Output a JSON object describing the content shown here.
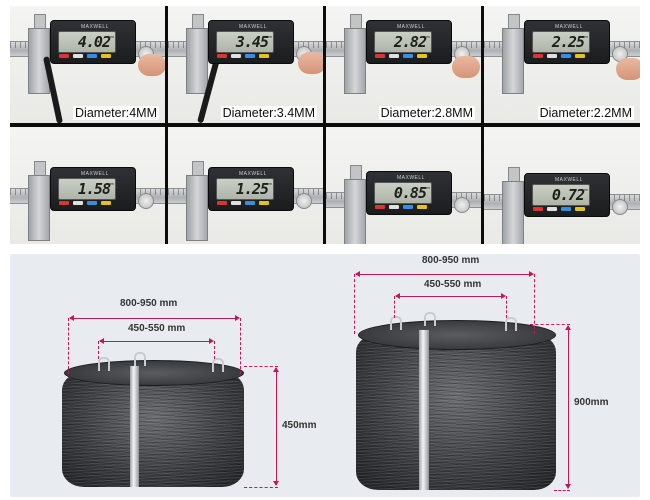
{
  "caliper_measurements": [
    {
      "reading": "4.02",
      "caption": "Diameter:4MM"
    },
    {
      "reading": "3.45",
      "caption": "Diameter:3.4MM"
    },
    {
      "reading": "2.82",
      "caption": "Diameter:2.8MM"
    },
    {
      "reading": "2.25",
      "caption": "Diameter:2.2MM"
    },
    {
      "reading": "1.58",
      "caption": ""
    },
    {
      "reading": "1.25",
      "caption": ""
    },
    {
      "reading": "0.85",
      "caption": ""
    },
    {
      "reading": "0.72",
      "caption": ""
    }
  ],
  "caliper": {
    "brand": "MAXWELL",
    "unit": "mm"
  },
  "small_coil": {
    "outer_width": "800-950 mm",
    "inner_width": "450-550 mm",
    "height": "450mm"
  },
  "large_coil": {
    "outer_width": "800-950 mm",
    "inner_width": "450-550 mm",
    "height": "900mm"
  },
  "colors": {
    "dimension_line": "#c2185b",
    "panel_bg": "#e8ecf1",
    "grid_border": "#0c0c0c"
  }
}
